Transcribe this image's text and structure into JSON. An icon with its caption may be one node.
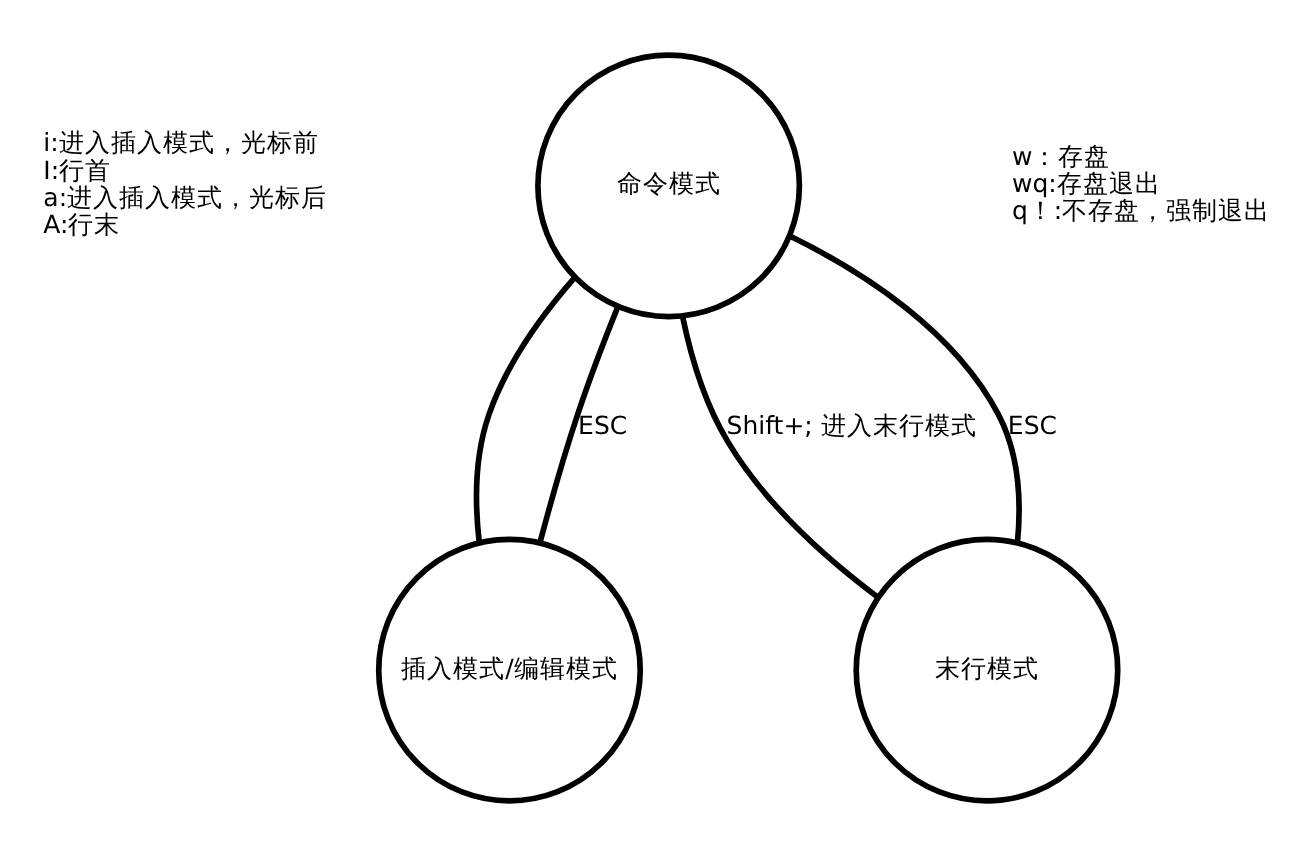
{
  "diagram": {
    "nodes": [
      {
        "text": [
          "命令模式"
        ]
      },
      {
        "text": [
          "插入模式/编辑模式"
        ]
      },
      {
        "text": [
          "末行模式"
        ]
      }
    ],
    "edges": [
      {
        "from": 0,
        "to": 1,
        "arrow": "none"
      },
      {
        "from": 1,
        "to": 0,
        "arrow": "none",
        "label": "ESC"
      },
      {
        "from": 2,
        "to": 0,
        "arrow": "none",
        "label": "ESC"
      },
      {
        "from": 0,
        "to": 2,
        "arrow": "none",
        "label": "Shift+; 进入末行模式"
      }
    ],
    "labels": [
      "i:进入插入模式，光标前",
      "I:行首",
      "a:进入插入模式，光标后",
      "A:行末",
      "w：存盘",
      "wq:存盘退出",
      "q！:不存盘，强制退出"
    ]
  }
}
